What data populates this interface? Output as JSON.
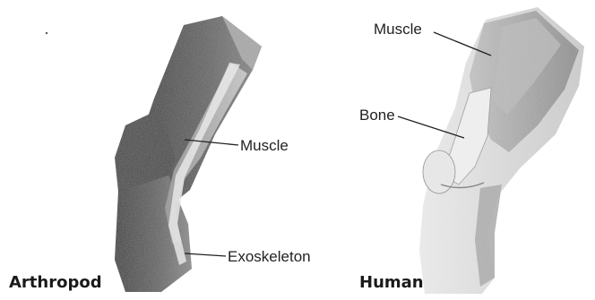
{
  "panels": {
    "arthropod": {
      "caption": "Arthropod",
      "labels": {
        "muscle": "Muscle",
        "exoskeleton": "Exoskeleton"
      }
    },
    "human": {
      "caption": "Human",
      "labels": {
        "muscle": "Muscle",
        "bone": "Bone"
      }
    }
  },
  "colors": {
    "shell_dark": "#3a3a3a",
    "shell_mid": "#6a6a6a",
    "muscle_light": "#b8b8b8",
    "skin_light": "#e4e4e4",
    "ink": "#222222"
  }
}
